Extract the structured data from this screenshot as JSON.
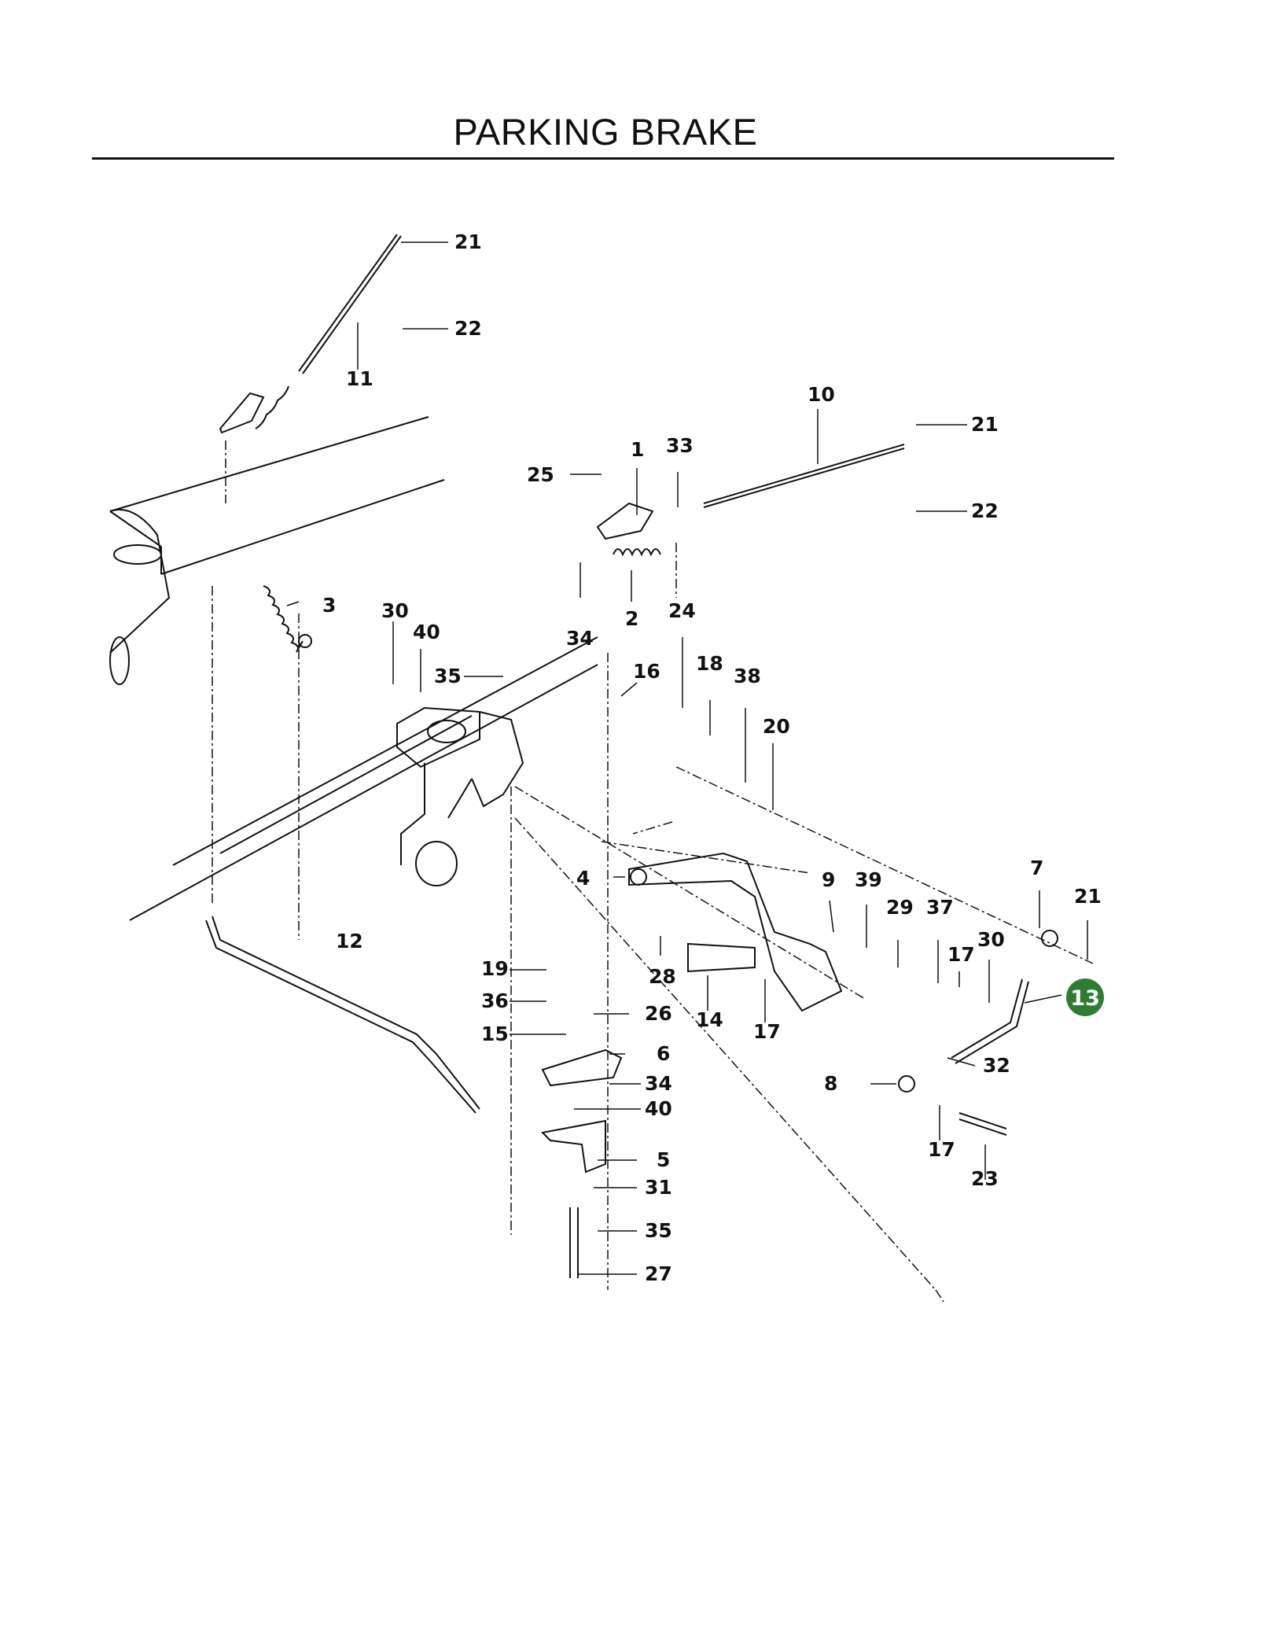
{
  "page": {
    "title": "PARKING BRAKE"
  },
  "callouts": [
    {
      "id": "c21a",
      "num": "21"
    },
    {
      "id": "c22a",
      "num": "22"
    },
    {
      "id": "c11",
      "num": "11"
    },
    {
      "id": "c10",
      "num": "10"
    },
    {
      "id": "c21b",
      "num": "21"
    },
    {
      "id": "c22b",
      "num": "22"
    },
    {
      "id": "c1",
      "num": "1"
    },
    {
      "id": "c33",
      "num": "33"
    },
    {
      "id": "c25",
      "num": "25"
    },
    {
      "id": "c34a",
      "num": "34"
    },
    {
      "id": "c2",
      "num": "2"
    },
    {
      "id": "c3",
      "num": "3"
    },
    {
      "id": "c30a",
      "num": "30"
    },
    {
      "id": "c40a",
      "num": "40"
    },
    {
      "id": "c35a",
      "num": "35"
    },
    {
      "id": "c24",
      "num": "24"
    },
    {
      "id": "c16",
      "num": "16"
    },
    {
      "id": "c18",
      "num": "18"
    },
    {
      "id": "c38",
      "num": "38"
    },
    {
      "id": "c20",
      "num": "20"
    },
    {
      "id": "c4",
      "num": "4"
    },
    {
      "id": "c9",
      "num": "9"
    },
    {
      "id": "c39",
      "num": "39"
    },
    {
      "id": "c29",
      "num": "29"
    },
    {
      "id": "c37",
      "num": "37"
    },
    {
      "id": "c17a",
      "num": "17"
    },
    {
      "id": "c30b",
      "num": "30"
    },
    {
      "id": "c7",
      "num": "7"
    },
    {
      "id": "c21c",
      "num": "21"
    },
    {
      "id": "c12",
      "num": "12"
    },
    {
      "id": "c19",
      "num": "19"
    },
    {
      "id": "c36",
      "num": "36"
    },
    {
      "id": "c15",
      "num": "15"
    },
    {
      "id": "c26",
      "num": "26"
    },
    {
      "id": "c6",
      "num": "6"
    },
    {
      "id": "c34b",
      "num": "34"
    },
    {
      "id": "c40b",
      "num": "40"
    },
    {
      "id": "c5",
      "num": "5"
    },
    {
      "id": "c31",
      "num": "31"
    },
    {
      "id": "c35b",
      "num": "35"
    },
    {
      "id": "c27",
      "num": "27"
    },
    {
      "id": "c28",
      "num": "28"
    },
    {
      "id": "c14",
      "num": "14"
    },
    {
      "id": "c17b",
      "num": "17"
    },
    {
      "id": "c8",
      "num": "8"
    },
    {
      "id": "c32",
      "num": "32"
    },
    {
      "id": "c17c",
      "num": "17"
    },
    {
      "id": "c23",
      "num": "23"
    }
  ],
  "highlight": {
    "num": "13",
    "color": "#2e7d32"
  }
}
